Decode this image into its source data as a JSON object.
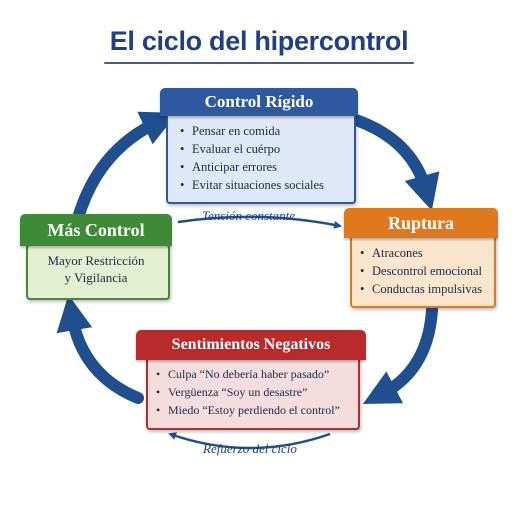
{
  "title": "El ciclo del hipercontrol",
  "colors": {
    "arrow": "#1f4f8f",
    "blue": "#2d59a0",
    "blue_fill": "#dfe8f6",
    "orange": "#e0791e",
    "orange_fill": "#fbe5cd",
    "green": "#3e8a36",
    "green_fill": "#e4efcf",
    "red": "#b92a2a",
    "red_fill": "#f6dddd"
  },
  "nodes": {
    "control_rigido": {
      "title": "Control Rígido",
      "items": [
        "Pensar en comida",
        "Evaluar el cuérpo",
        "Anticipar errores",
        "Evitar situaciones sociales"
      ]
    },
    "ruptura": {
      "title": "Ruptura",
      "items": [
        "Atracones",
        "Descontrol emocional",
        "Conductas impulsivas"
      ]
    },
    "sentimientos": {
      "title": "Sentimientos Negativos",
      "items": [
        "Culpa “No debería haber pasado”",
        "Vergüenza “Soy un desastre”",
        "Miedo “Estoy perdiendo el control”"
      ]
    },
    "mas_control": {
      "title": "Más Control",
      "body_line1": "Mayor Restricción",
      "body_line2": "y Vigilancia"
    }
  },
  "edges": {
    "tension": "Tensión constante",
    "refuerzo": "Refuerzo del ciclo"
  }
}
